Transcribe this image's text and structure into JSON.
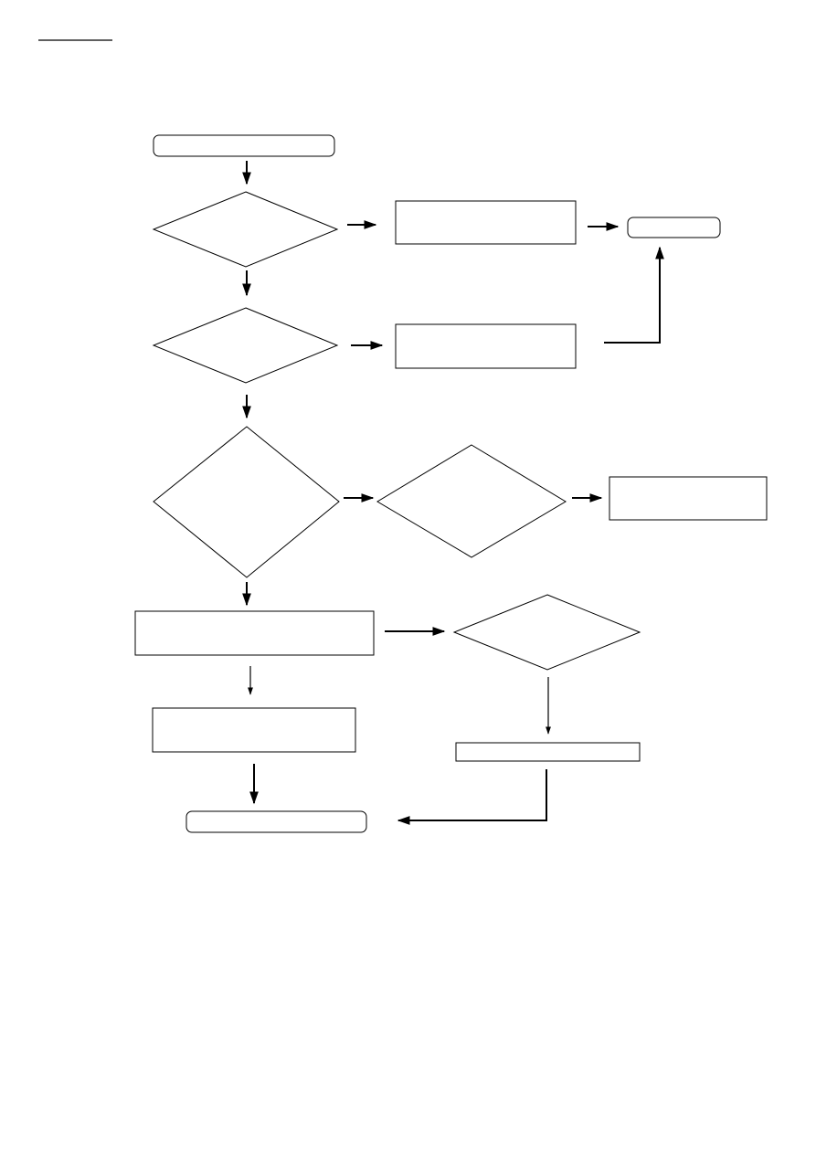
{
  "diagram": {
    "heading": "",
    "stroke_color": "#000000",
    "fill_color": "#ffffff",
    "nodes": {
      "start": {
        "kind": "terminator",
        "label": ""
      },
      "decision_1": {
        "kind": "decision",
        "label": ""
      },
      "process_1": {
        "kind": "process",
        "label": ""
      },
      "end_right": {
        "kind": "terminator",
        "label": ""
      },
      "decision_2": {
        "kind": "decision",
        "label": ""
      },
      "process_2": {
        "kind": "process",
        "label": ""
      },
      "decision_3": {
        "kind": "decision",
        "label": ""
      },
      "decision_4": {
        "kind": "decision",
        "label": ""
      },
      "process_3": {
        "kind": "process",
        "label": ""
      },
      "process_4": {
        "kind": "process",
        "label": ""
      },
      "decision_5": {
        "kind": "decision",
        "label": ""
      },
      "process_5": {
        "kind": "process",
        "label": ""
      },
      "process_6": {
        "kind": "process",
        "label": ""
      },
      "end_bottom": {
        "kind": "terminator",
        "label": ""
      }
    }
  }
}
